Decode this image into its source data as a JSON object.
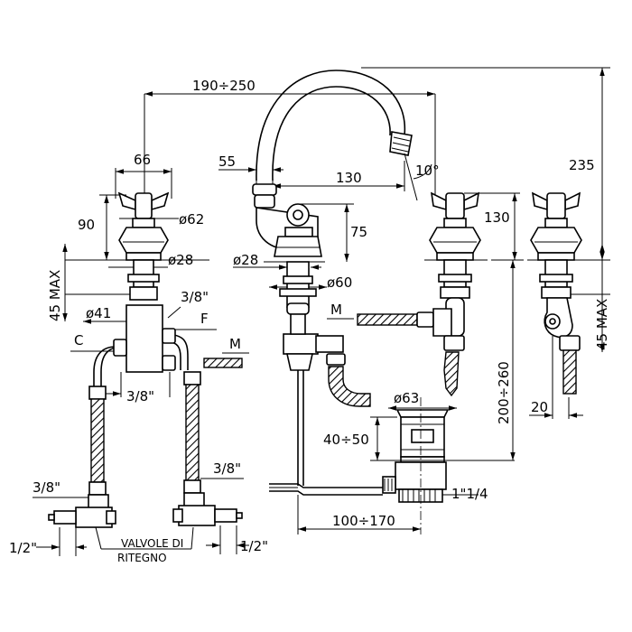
{
  "dimensions": {
    "spread": "190÷250",
    "height_total": "235",
    "handle_width": "66",
    "handle_height": "90",
    "rosette_dia": "ø62",
    "shank_dia_left": "ø28",
    "max_thickness_left": "45 MAX",
    "body_dia": "ø41",
    "connection_top": "3/8\"",
    "label_f": "F",
    "label_c": "C",
    "label_m_left": "M",
    "connection_bottom": "3/8\"",
    "hose_conn_left": "3/8\"",
    "hose_conn_right": "3/8\"",
    "valve_conn_left": "1/2\"",
    "valve_conn_right": "1/2\"",
    "valve_label_1": "VALVOLE DI",
    "valve_label_2": "RITEGNO",
    "spout_offset": "55",
    "spout_reach": "130",
    "spout_angle": "10°",
    "spout_body_height": "75",
    "spout_shank_dia": "ø28",
    "spout_base_dia": "ø60",
    "label_m_center": "M",
    "right_handle_height": "130",
    "install_depth": "200÷260",
    "waste_dia": "ø63",
    "waste_height": "40÷50",
    "waste_thread": "1\"1/4",
    "rod_length": "100÷170",
    "max_thickness_right": "45 MAX",
    "side_offset": "20"
  }
}
